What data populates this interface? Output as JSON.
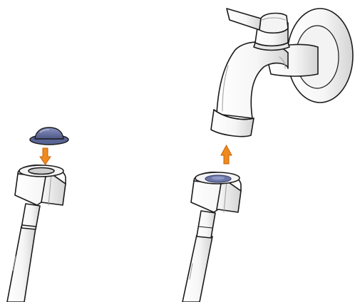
{
  "illustration": {
    "steps": [
      {
        "id": "insert-gasket",
        "direction": "down",
        "part": "rubber-gasket"
      },
      {
        "id": "screw-onto-tap",
        "direction": "up",
        "part": "hose-nut"
      }
    ]
  },
  "colors": {
    "background": "#ffffff",
    "outline": "#1a1a1a",
    "metal_fill": "#ffffff",
    "metal_shade": "#dcdcdc",
    "gasket_fill": "#6d78a8",
    "gasket_shade": "#4a5482",
    "arrow_fill": "#f08a1e",
    "arrow_stroke": "#c4620a"
  },
  "icons": [
    "rubber-gasket-icon",
    "down-arrow-icon",
    "up-arrow-icon",
    "tap-icon",
    "hose-nut-icon"
  ]
}
